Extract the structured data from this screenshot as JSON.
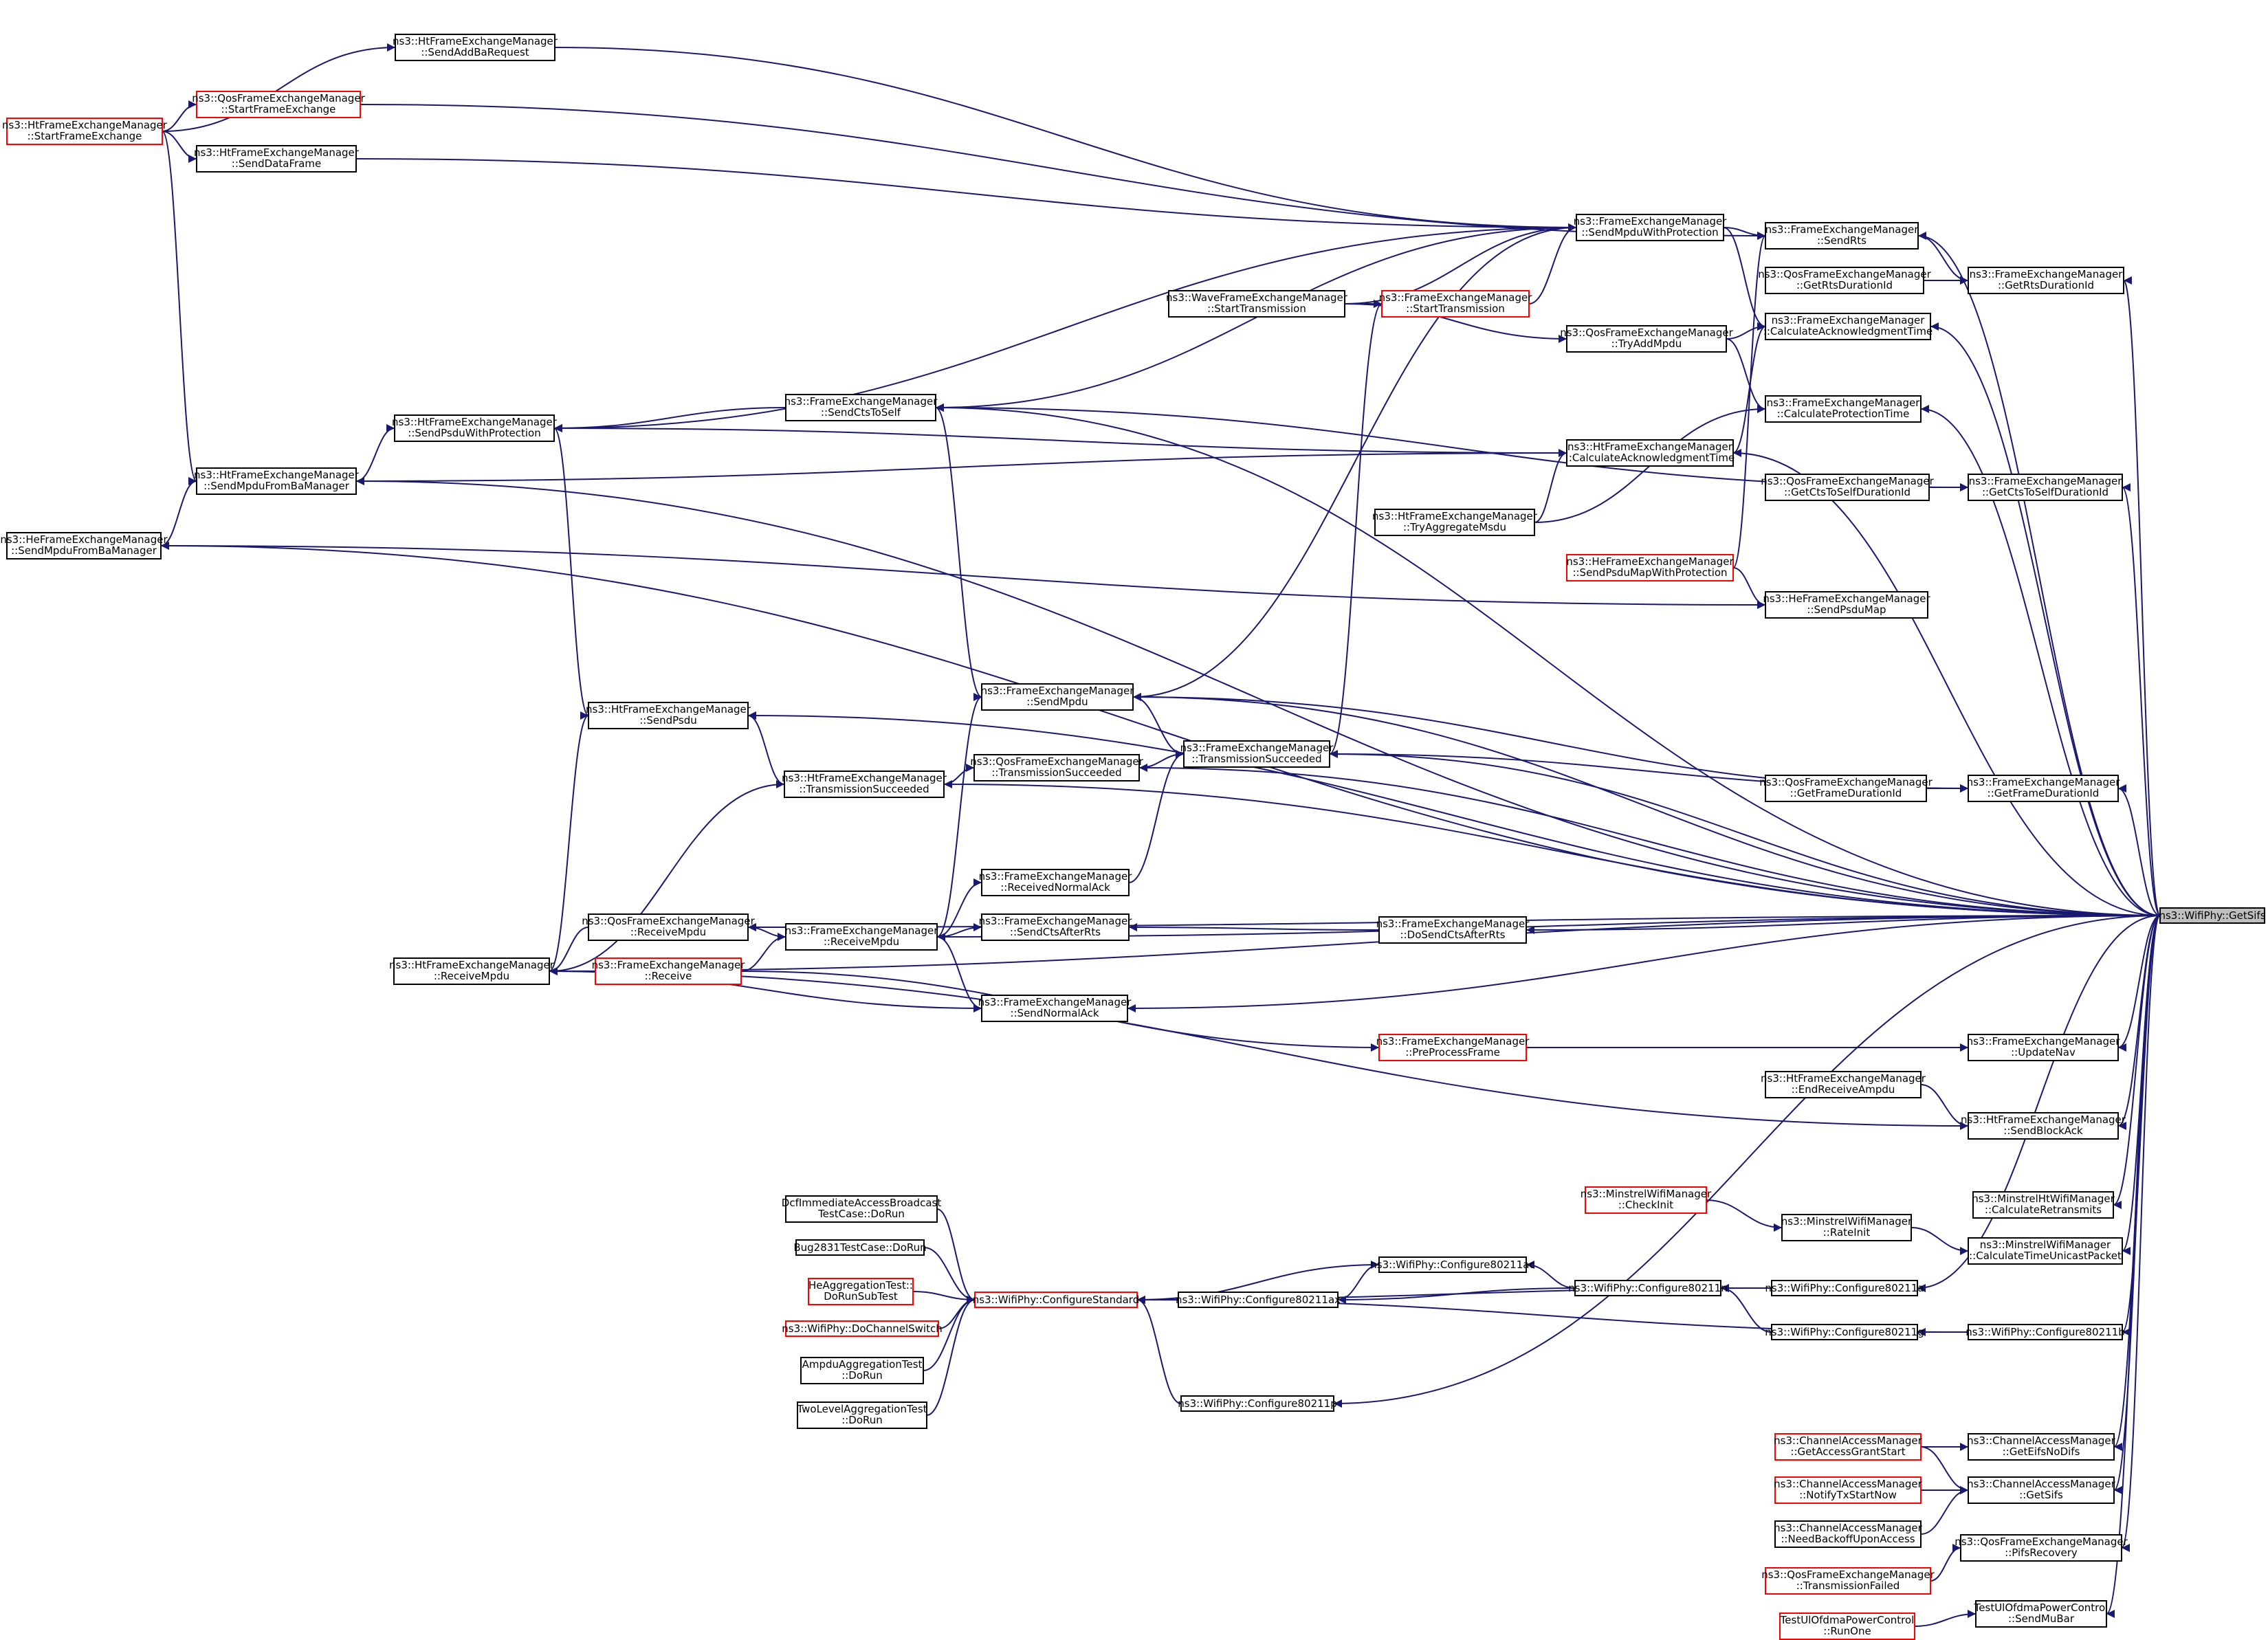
{
  "diagram": {
    "type": "call-graph",
    "colors": {
      "edge": "#191970",
      "node_border": "#000000",
      "truncated_border": "#ff0000",
      "root_fill": "#bfbfbf"
    },
    "nodes": [
      {
        "id": "n1",
        "lines": [
          "ns3::HtFrameExchangeManager",
          "::SendAddBaRequest"
        ],
        "border": "black"
      },
      {
        "id": "n2",
        "lines": [
          "ns3::HtFrameExchangeManager",
          "::StartFrameExchange"
        ],
        "border": "red"
      },
      {
        "id": "n3",
        "lines": [
          "ns3::QosFrameExchangeManager",
          "::StartFrameExchange"
        ],
        "border": "red"
      },
      {
        "id": "n4",
        "lines": [
          "ns3::HtFrameExchangeManager",
          "::SendDataFrame"
        ],
        "border": "black"
      },
      {
        "id": "n5",
        "lines": [
          "ns3::FrameExchangeManager",
          "::SendMpduWithProtection"
        ],
        "border": "black"
      },
      {
        "id": "n6",
        "lines": [
          "ns3::FrameExchangeManager",
          "::SendRts"
        ],
        "border": "black"
      },
      {
        "id": "n7",
        "lines": [
          "ns3::QosFrameExchangeManager",
          "::GetRtsDurationId"
        ],
        "border": "black"
      },
      {
        "id": "n8",
        "lines": [
          "ns3::FrameExchangeManager",
          "::GetRtsDurationId"
        ],
        "border": "black"
      },
      {
        "id": "n9",
        "lines": [
          "ns3::WaveFrameExchangeManager",
          "::StartTransmission"
        ],
        "border": "black"
      },
      {
        "id": "n10",
        "lines": [
          "ns3::FrameExchangeManager",
          "::StartTransmission"
        ],
        "border": "red"
      },
      {
        "id": "n11",
        "lines": [
          "ns3::FrameExchangeManager",
          "::CalculateAcknowledgmentTime"
        ],
        "border": "black"
      },
      {
        "id": "n12",
        "lines": [
          "ns3::QosFrameExchangeManager",
          "::TryAddMpdu"
        ],
        "border": "black"
      },
      {
        "id": "n13",
        "lines": [
          "ns3::FrameExchangeManager",
          "::SendCtsToSelf"
        ],
        "border": "black"
      },
      {
        "id": "n14",
        "lines": [
          "ns3::FrameExchangeManager",
          "::CalculateProtectionTime"
        ],
        "border": "black"
      },
      {
        "id": "n15",
        "lines": [
          "ns3::HtFrameExchangeManager",
          "::SendPsduWithProtection"
        ],
        "border": "black"
      },
      {
        "id": "n16",
        "lines": [
          "ns3::HtFrameExchangeManager",
          "::CalculateAcknowledgmentTime"
        ],
        "border": "black"
      },
      {
        "id": "n17",
        "lines": [
          "ns3::HtFrameExchangeManager",
          "::SendMpduFromBaManager"
        ],
        "border": "black"
      },
      {
        "id": "n18",
        "lines": [
          "ns3::QosFrameExchangeManager",
          "::GetCtsToSelfDurationId"
        ],
        "border": "black"
      },
      {
        "id": "n19",
        "lines": [
          "ns3::FrameExchangeManager",
          "::GetCtsToSelfDurationId"
        ],
        "border": "black"
      },
      {
        "id": "n20",
        "lines": [
          "ns3::HtFrameExchangeManager",
          "::TryAggregateMsdu"
        ],
        "border": "black"
      },
      {
        "id": "n21",
        "lines": [
          "ns3::HeFrameExchangeManager",
          "::SendMpduFromBaManager"
        ],
        "border": "black"
      },
      {
        "id": "n22",
        "lines": [
          "ns3::HeFrameExchangeManager",
          "::SendPsduMapWithProtection"
        ],
        "border": "red"
      },
      {
        "id": "n23",
        "lines": [
          "ns3::HeFrameExchangeManager",
          "::SendPsduMap"
        ],
        "border": "black"
      },
      {
        "id": "n24",
        "lines": [
          "ns3::FrameExchangeManager",
          "::SendMpdu"
        ],
        "border": "black"
      },
      {
        "id": "n25",
        "lines": [
          "ns3::HtFrameExchangeManager",
          "::SendPsdu"
        ],
        "border": "black"
      },
      {
        "id": "n26",
        "lines": [
          "ns3::FrameExchangeManager",
          "::TransmissionSucceeded"
        ],
        "border": "black"
      },
      {
        "id": "n27",
        "lines": [
          "ns3::QosFrameExchangeManager",
          "::TransmissionSucceeded"
        ],
        "border": "black"
      },
      {
        "id": "n28",
        "lines": [
          "ns3::HtFrameExchangeManager",
          "::TransmissionSucceeded"
        ],
        "border": "black"
      },
      {
        "id": "n29",
        "lines": [
          "ns3::QosFrameExchangeManager",
          "::GetFrameDurationId"
        ],
        "border": "black"
      },
      {
        "id": "n30",
        "lines": [
          "ns3::FrameExchangeManager",
          "::GetFrameDurationId"
        ],
        "border": "black"
      },
      {
        "id": "n31",
        "lines": [
          "ns3::FrameExchangeManager",
          "::ReceivedNormalAck"
        ],
        "border": "black"
      },
      {
        "id": "root",
        "lines": [
          "ns3::WifiPhy::GetSifs"
        ],
        "border": "root"
      },
      {
        "id": "n33",
        "lines": [
          "ns3::QosFrameExchangeManager",
          "::ReceiveMpdu"
        ],
        "border": "black"
      },
      {
        "id": "n34",
        "lines": [
          "ns3::FrameExchangeManager",
          "::SendCtsAfterRts"
        ],
        "border": "black"
      },
      {
        "id": "n35",
        "lines": [
          "ns3::FrameExchangeManager",
          "::DoSendCtsAfterRts"
        ],
        "border": "black"
      },
      {
        "id": "n36",
        "lines": [
          "ns3::FrameExchangeManager",
          "::ReceiveMpdu"
        ],
        "border": "black"
      },
      {
        "id": "n37",
        "lines": [
          "ns3::HtFrameExchangeManager",
          "::ReceiveMpdu"
        ],
        "border": "black"
      },
      {
        "id": "n38",
        "lines": [
          "ns3::FrameExchangeManager",
          "::Receive"
        ],
        "border": "red"
      },
      {
        "id": "n39",
        "lines": [
          "ns3::FrameExchangeManager",
          "::SendNormalAck"
        ],
        "border": "black"
      },
      {
        "id": "n40",
        "lines": [
          "ns3::FrameExchangeManager",
          "::PreProcessFrame"
        ],
        "border": "red"
      },
      {
        "id": "n41",
        "lines": [
          "ns3::FrameExchangeManager",
          "::UpdateNav"
        ],
        "border": "black"
      },
      {
        "id": "n42",
        "lines": [
          "ns3::HtFrameExchangeManager",
          "::EndReceiveAmpdu"
        ],
        "border": "black"
      },
      {
        "id": "n43",
        "lines": [
          "ns3::HtFrameExchangeManager",
          "::SendBlockAck"
        ],
        "border": "black"
      },
      {
        "id": "n44",
        "lines": [
          "DcfImmediateAccessBroadcast",
          "TestCase::DoRun"
        ],
        "border": "black"
      },
      {
        "id": "n45",
        "lines": [
          "ns3::MinstrelWifiManager",
          "::CheckInit"
        ],
        "border": "red"
      },
      {
        "id": "n46",
        "lines": [
          "ns3::MinstrelHtWifiManager",
          "::CalculateRetransmits"
        ],
        "border": "black"
      },
      {
        "id": "n47",
        "lines": [
          "ns3::MinstrelWifiManager",
          "::RateInit"
        ],
        "border": "black"
      },
      {
        "id": "n48",
        "lines": [
          "Bug2831TestCase::DoRun"
        ],
        "border": "black"
      },
      {
        "id": "n49",
        "lines": [
          "ns3::MinstrelWifiManager",
          "::CalculateTimeUnicastPacket"
        ],
        "border": "black"
      },
      {
        "id": "n50",
        "lines": [
          "ns3::WifiPhy::Configure80211ac"
        ],
        "border": "black"
      },
      {
        "id": "n51",
        "lines": [
          "HeAggregationTest::",
          "DoRunSubTest"
        ],
        "border": "red"
      },
      {
        "id": "n52",
        "lines": [
          "ns3::WifiPhy::Configure80211n"
        ],
        "border": "black"
      },
      {
        "id": "n53",
        "lines": [
          "ns3::WifiPhy::Configure80211a"
        ],
        "border": "black"
      },
      {
        "id": "n54",
        "lines": [
          "ns3::WifiPhy::ConfigureStandard"
        ],
        "border": "red"
      },
      {
        "id": "n55",
        "lines": [
          "ns3::WifiPhy::Configure80211ax"
        ],
        "border": "black"
      },
      {
        "id": "n56",
        "lines": [
          "ns3::WifiPhy::DoChannelSwitch"
        ],
        "border": "red"
      },
      {
        "id": "n57",
        "lines": [
          "ns3::WifiPhy::Configure80211g"
        ],
        "border": "black"
      },
      {
        "id": "n58",
        "lines": [
          "ns3::WifiPhy::Configure80211b"
        ],
        "border": "black"
      },
      {
        "id": "n59",
        "lines": [
          "AmpduAggregationTest",
          "::DoRun"
        ],
        "border": "black"
      },
      {
        "id": "n60",
        "lines": [
          "TwoLevelAggregationTest",
          "::DoRun"
        ],
        "border": "black"
      },
      {
        "id": "n61",
        "lines": [
          "ns3::WifiPhy::Configure80211p"
        ],
        "border": "black"
      },
      {
        "id": "n62",
        "lines": [
          "ns3::ChannelAccessManager",
          "::GetAccessGrantStart"
        ],
        "border": "red"
      },
      {
        "id": "n63",
        "lines": [
          "ns3::ChannelAccessManager",
          "::GetEifsNoDifs"
        ],
        "border": "black"
      },
      {
        "id": "n64",
        "lines": [
          "ns3::ChannelAccessManager",
          "::NotifyTxStartNow"
        ],
        "border": "red"
      },
      {
        "id": "n65",
        "lines": [
          "ns3::ChannelAccessManager",
          "::GetSifs"
        ],
        "border": "black"
      },
      {
        "id": "n66",
        "lines": [
          "ns3::ChannelAccessManager",
          "::NeedBackoffUponAccess"
        ],
        "border": "black"
      },
      {
        "id": "n67",
        "lines": [
          "ns3::QosFrameExchangeManager",
          "::PifsRecovery"
        ],
        "border": "black"
      },
      {
        "id": "n68",
        "lines": [
          "ns3::QosFrameExchangeManager",
          "::TransmissionFailed"
        ],
        "border": "red"
      },
      {
        "id": "n69",
        "lines": [
          "TestUlOfdmaPowerControl",
          "::SendMuBar"
        ],
        "border": "black"
      },
      {
        "id": "n70",
        "lines": [
          "TestUlOfdmaPowerControl",
          "::RunOne"
        ],
        "border": "red"
      }
    ],
    "edges": [
      [
        "n2",
        "n1"
      ],
      [
        "n2",
        "n3"
      ],
      [
        "n2",
        "n4"
      ],
      [
        "n2",
        "n17"
      ],
      [
        "n1",
        "n5"
      ],
      [
        "n3",
        "n6"
      ],
      [
        "n4",
        "n5"
      ],
      [
        "n5",
        "n6"
      ],
      [
        "n5",
        "n11"
      ],
      [
        "n5",
        "n13"
      ],
      [
        "n5",
        "n15"
      ],
      [
        "n9",
        "n5"
      ],
      [
        "n9",
        "n10"
      ],
      [
        "n9",
        "n12"
      ],
      [
        "n10",
        "n5"
      ],
      [
        "n26",
        "n10"
      ],
      [
        "n12",
        "n11"
      ],
      [
        "n12",
        "n14"
      ],
      [
        "n7",
        "n8"
      ],
      [
        "n6",
        "n8"
      ],
      [
        "n13",
        "n15"
      ],
      [
        "n13",
        "n19"
      ],
      [
        "n24",
        "n13"
      ],
      [
        "n16",
        "n11"
      ],
      [
        "n16",
        "n15"
      ],
      [
        "n16",
        "n17"
      ],
      [
        "n20",
        "n16"
      ],
      [
        "n20",
        "n14"
      ],
      [
        "n18",
        "n19"
      ],
      [
        "n17",
        "n15"
      ],
      [
        "n21",
        "n17"
      ],
      [
        "n21",
        "n23"
      ],
      [
        "n22",
        "n6"
      ],
      [
        "n22",
        "n23"
      ],
      [
        "n25",
        "n15"
      ],
      [
        "n37",
        "n25"
      ],
      [
        "n28",
        "n25"
      ],
      [
        "n24",
        "n5"
      ],
      [
        "n24",
        "n30"
      ],
      [
        "n26",
        "n24"
      ],
      [
        "n36",
        "n24"
      ],
      [
        "n27",
        "n26"
      ],
      [
        "n28",
        "n27"
      ],
      [
        "n31",
        "n26"
      ],
      [
        "n37",
        "n28"
      ],
      [
        "n29",
        "n30"
      ],
      [
        "n26",
        "n30"
      ],
      [
        "n33",
        "n37"
      ],
      [
        "n36",
        "n33"
      ],
      [
        "n36",
        "n31"
      ],
      [
        "n36",
        "n34"
      ],
      [
        "n38",
        "n36"
      ],
      [
        "n36",
        "n39"
      ],
      [
        "n37",
        "n39"
      ],
      [
        "n35",
        "n34"
      ],
      [
        "n38",
        "n40"
      ],
      [
        "n40",
        "n41"
      ],
      [
        "n42",
        "n43"
      ],
      [
        "n43",
        "n37"
      ],
      [
        "n45",
        "n47"
      ],
      [
        "n47",
        "n49"
      ],
      [
        "n44",
        "n54"
      ],
      [
        "n48",
        "n54"
      ],
      [
        "n51",
        "n54"
      ],
      [
        "n56",
        "n54"
      ],
      [
        "n59",
        "n54"
      ],
      [
        "n60",
        "n54"
      ],
      [
        "n50",
        "n54"
      ],
      [
        "n52",
        "n50"
      ],
      [
        "n55",
        "n50"
      ],
      [
        "n55",
        "n54"
      ],
      [
        "n52",
        "n55"
      ],
      [
        "n53",
        "n52"
      ],
      [
        "n57",
        "n52"
      ],
      [
        "n53",
        "n54"
      ],
      [
        "n58",
        "n57"
      ],
      [
        "n58",
        "n54"
      ],
      [
        "n61",
        "n54"
      ],
      [
        "n62",
        "n63"
      ],
      [
        "n62",
        "n65"
      ],
      [
        "n64",
        "n65"
      ],
      [
        "n66",
        "n65"
      ],
      [
        "n68",
        "n67"
      ],
      [
        "n70",
        "n69"
      ],
      [
        "root",
        "n6"
      ],
      [
        "root",
        "n8"
      ],
      [
        "root",
        "n11"
      ],
      [
        "root",
        "n13"
      ],
      [
        "root",
        "n14"
      ],
      [
        "root",
        "n16"
      ],
      [
        "root",
        "n17"
      ],
      [
        "root",
        "n19"
      ],
      [
        "root",
        "n21"
      ],
      [
        "root",
        "n25"
      ],
      [
        "root",
        "n24"
      ],
      [
        "root",
        "n28"
      ],
      [
        "root",
        "n26"
      ],
      [
        "root",
        "n27"
      ],
      [
        "root",
        "n30"
      ],
      [
        "root",
        "n33"
      ],
      [
        "root",
        "n35"
      ],
      [
        "root",
        "n36"
      ],
      [
        "root",
        "n39"
      ],
      [
        "root",
        "n41"
      ],
      [
        "root",
        "n43"
      ],
      [
        "root",
        "n37"
      ],
      [
        "root",
        "n46"
      ],
      [
        "root",
        "n49"
      ],
      [
        "root",
        "n53"
      ],
      [
        "root",
        "n58"
      ],
      [
        "root",
        "n61"
      ],
      [
        "root",
        "n63"
      ],
      [
        "root",
        "n65"
      ],
      [
        "root",
        "n67"
      ],
      [
        "root",
        "n69"
      ]
    ]
  }
}
